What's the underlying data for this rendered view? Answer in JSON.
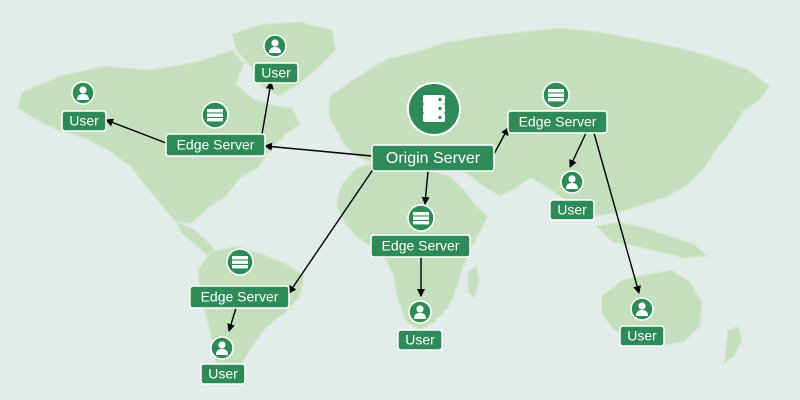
{
  "diagram": {
    "background_color": "#e3ecea",
    "land_color": "#c4dfbd",
    "node_color": "#2e8b57",
    "arrow_color": "#000000",
    "nodes": [
      {
        "id": "origin",
        "label": "Origin Server",
        "icon": "database-icon"
      },
      {
        "id": "edge-na",
        "label": "Edge Server",
        "icon": "server-rack-icon"
      },
      {
        "id": "edge-asia",
        "label": "Edge Server",
        "icon": "server-rack-icon"
      },
      {
        "id": "edge-africa",
        "label": "Edge Server",
        "icon": "server-rack-icon"
      },
      {
        "id": "edge-sa",
        "label": "Edge Server",
        "icon": "server-rack-icon"
      },
      {
        "id": "user-alaska",
        "label": "User",
        "icon": "user-icon"
      },
      {
        "id": "user-greenland",
        "label": "User",
        "icon": "user-icon"
      },
      {
        "id": "user-asia",
        "label": "User",
        "icon": "user-icon"
      },
      {
        "id": "user-australia",
        "label": "User",
        "icon": "user-icon"
      },
      {
        "id": "user-africa",
        "label": "User",
        "icon": "user-icon"
      },
      {
        "id": "user-sa",
        "label": "User",
        "icon": "user-icon"
      }
    ],
    "edges": [
      {
        "from": "origin",
        "to": "edge-na"
      },
      {
        "from": "origin",
        "to": "edge-asia"
      },
      {
        "from": "origin",
        "to": "edge-africa"
      },
      {
        "from": "origin",
        "to": "edge-sa"
      },
      {
        "from": "edge-na",
        "to": "user-alaska"
      },
      {
        "from": "edge-na",
        "to": "user-greenland"
      },
      {
        "from": "edge-asia",
        "to": "user-asia"
      },
      {
        "from": "edge-asia",
        "to": "user-australia"
      },
      {
        "from": "edge-africa",
        "to": "user-africa"
      },
      {
        "from": "edge-sa",
        "to": "user-sa"
      }
    ]
  }
}
